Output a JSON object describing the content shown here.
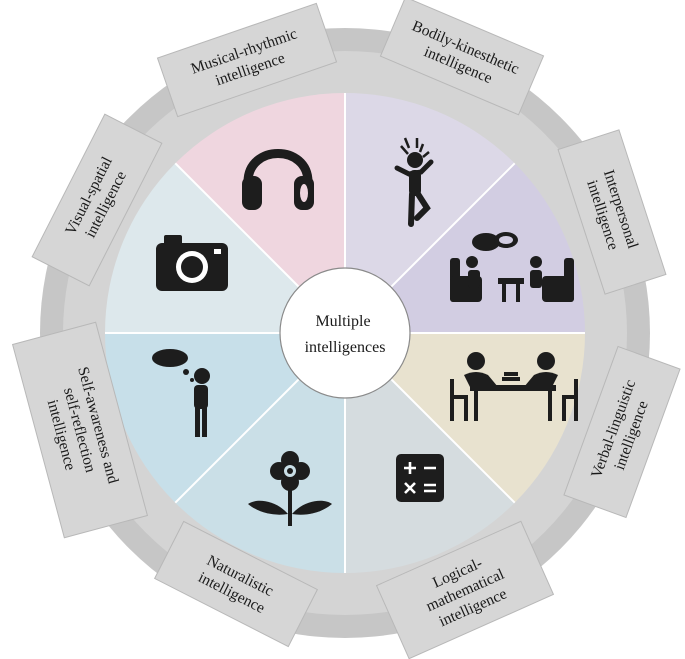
{
  "center": {
    "line1": "Multiple",
    "line2": "intelligences"
  },
  "segments": [
    {
      "id": "musical",
      "fill": "#efd6df",
      "icon": "headphones-icon"
    },
    {
      "id": "bodily",
      "fill": "#dcd8e7",
      "icon": "dancing-person-icon"
    },
    {
      "id": "interpersonal",
      "fill": "#d2cde2",
      "icon": "people-conversation-icon"
    },
    {
      "id": "verbal",
      "fill": "#e8e2cf",
      "icon": "people-talking-at-table-icon"
    },
    {
      "id": "logical",
      "fill": "#d5dcdf",
      "icon": "calculator-icon"
    },
    {
      "id": "naturalistic",
      "fill": "#cadfe7",
      "icon": "flower-icon"
    },
    {
      "id": "self",
      "fill": "#c7dfe9",
      "icon": "thinking-person-icon"
    },
    {
      "id": "visual",
      "fill": "#dde8ec",
      "icon": "camera-icon"
    }
  ],
  "labels": {
    "musical": [
      "Musical-rhythmic",
      "intelligence"
    ],
    "bodily": [
      "Bodily-kinesthetic",
      "intelligence"
    ],
    "interpersonal": [
      "Interpersonal",
      "intelligence"
    ],
    "verbal": [
      "Verbal-linguistic",
      "intelligence"
    ],
    "logical": [
      "Logical-",
      "mathematical",
      "intelligence"
    ],
    "naturalistic": [
      "Naturalistic",
      "intelligence"
    ],
    "self": [
      "Self-awareness and",
      "self-reflection",
      "intelligence"
    ],
    "visual": [
      "Visual-spatial",
      "intelligence"
    ]
  },
  "colors": {
    "ring": "#c6c6c6",
    "tag": "#d6d6d6",
    "tag_border": "#b8b8b8",
    "divider": "#ffffff",
    "icon": "#1d1d1d"
  }
}
